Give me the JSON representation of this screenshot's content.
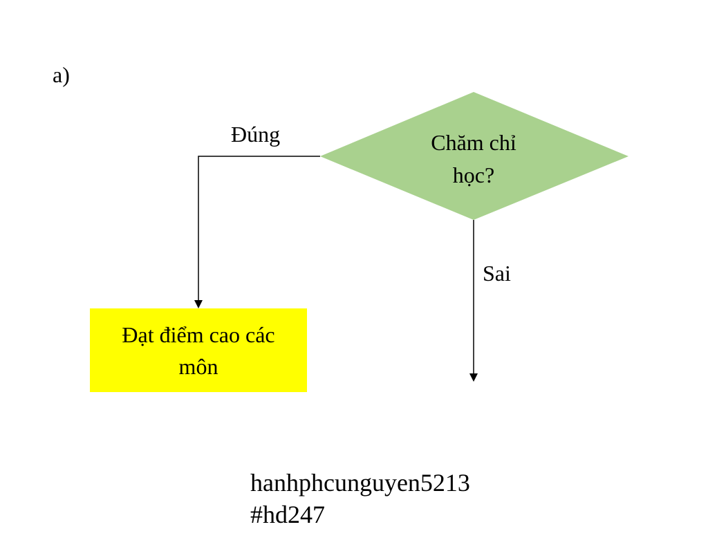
{
  "diagram": {
    "part_label": "a)",
    "decision": {
      "line1": "Chăm chỉ",
      "line2": "học?",
      "fill": "#a9d18e"
    },
    "process": {
      "line1": "Đạt điểm cao các",
      "line2": "môn",
      "fill": "#ffff00"
    },
    "edge_labels": {
      "true_label": "Đúng",
      "false_label": "Sai"
    }
  },
  "watermark": {
    "line1": "hanhphcunguyen5213",
    "line2": "#hd247"
  }
}
